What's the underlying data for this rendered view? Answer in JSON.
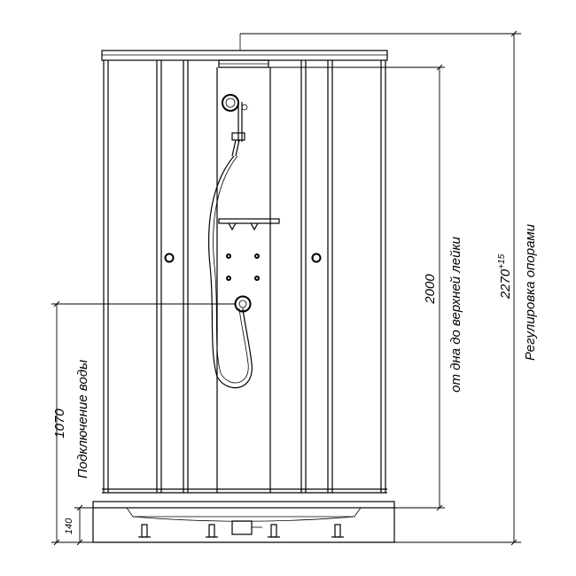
{
  "drawing": {
    "dimensions": {
      "height_total": "2270",
      "height_total_tolerance": "+15",
      "height_total_note": "Регулировка опорами",
      "height_head": "2000",
      "height_head_note": "от дна до верхней лейки",
      "water_connection": "1070",
      "water_connection_note": "Подключение воды",
      "tray_height": "140"
    }
  }
}
